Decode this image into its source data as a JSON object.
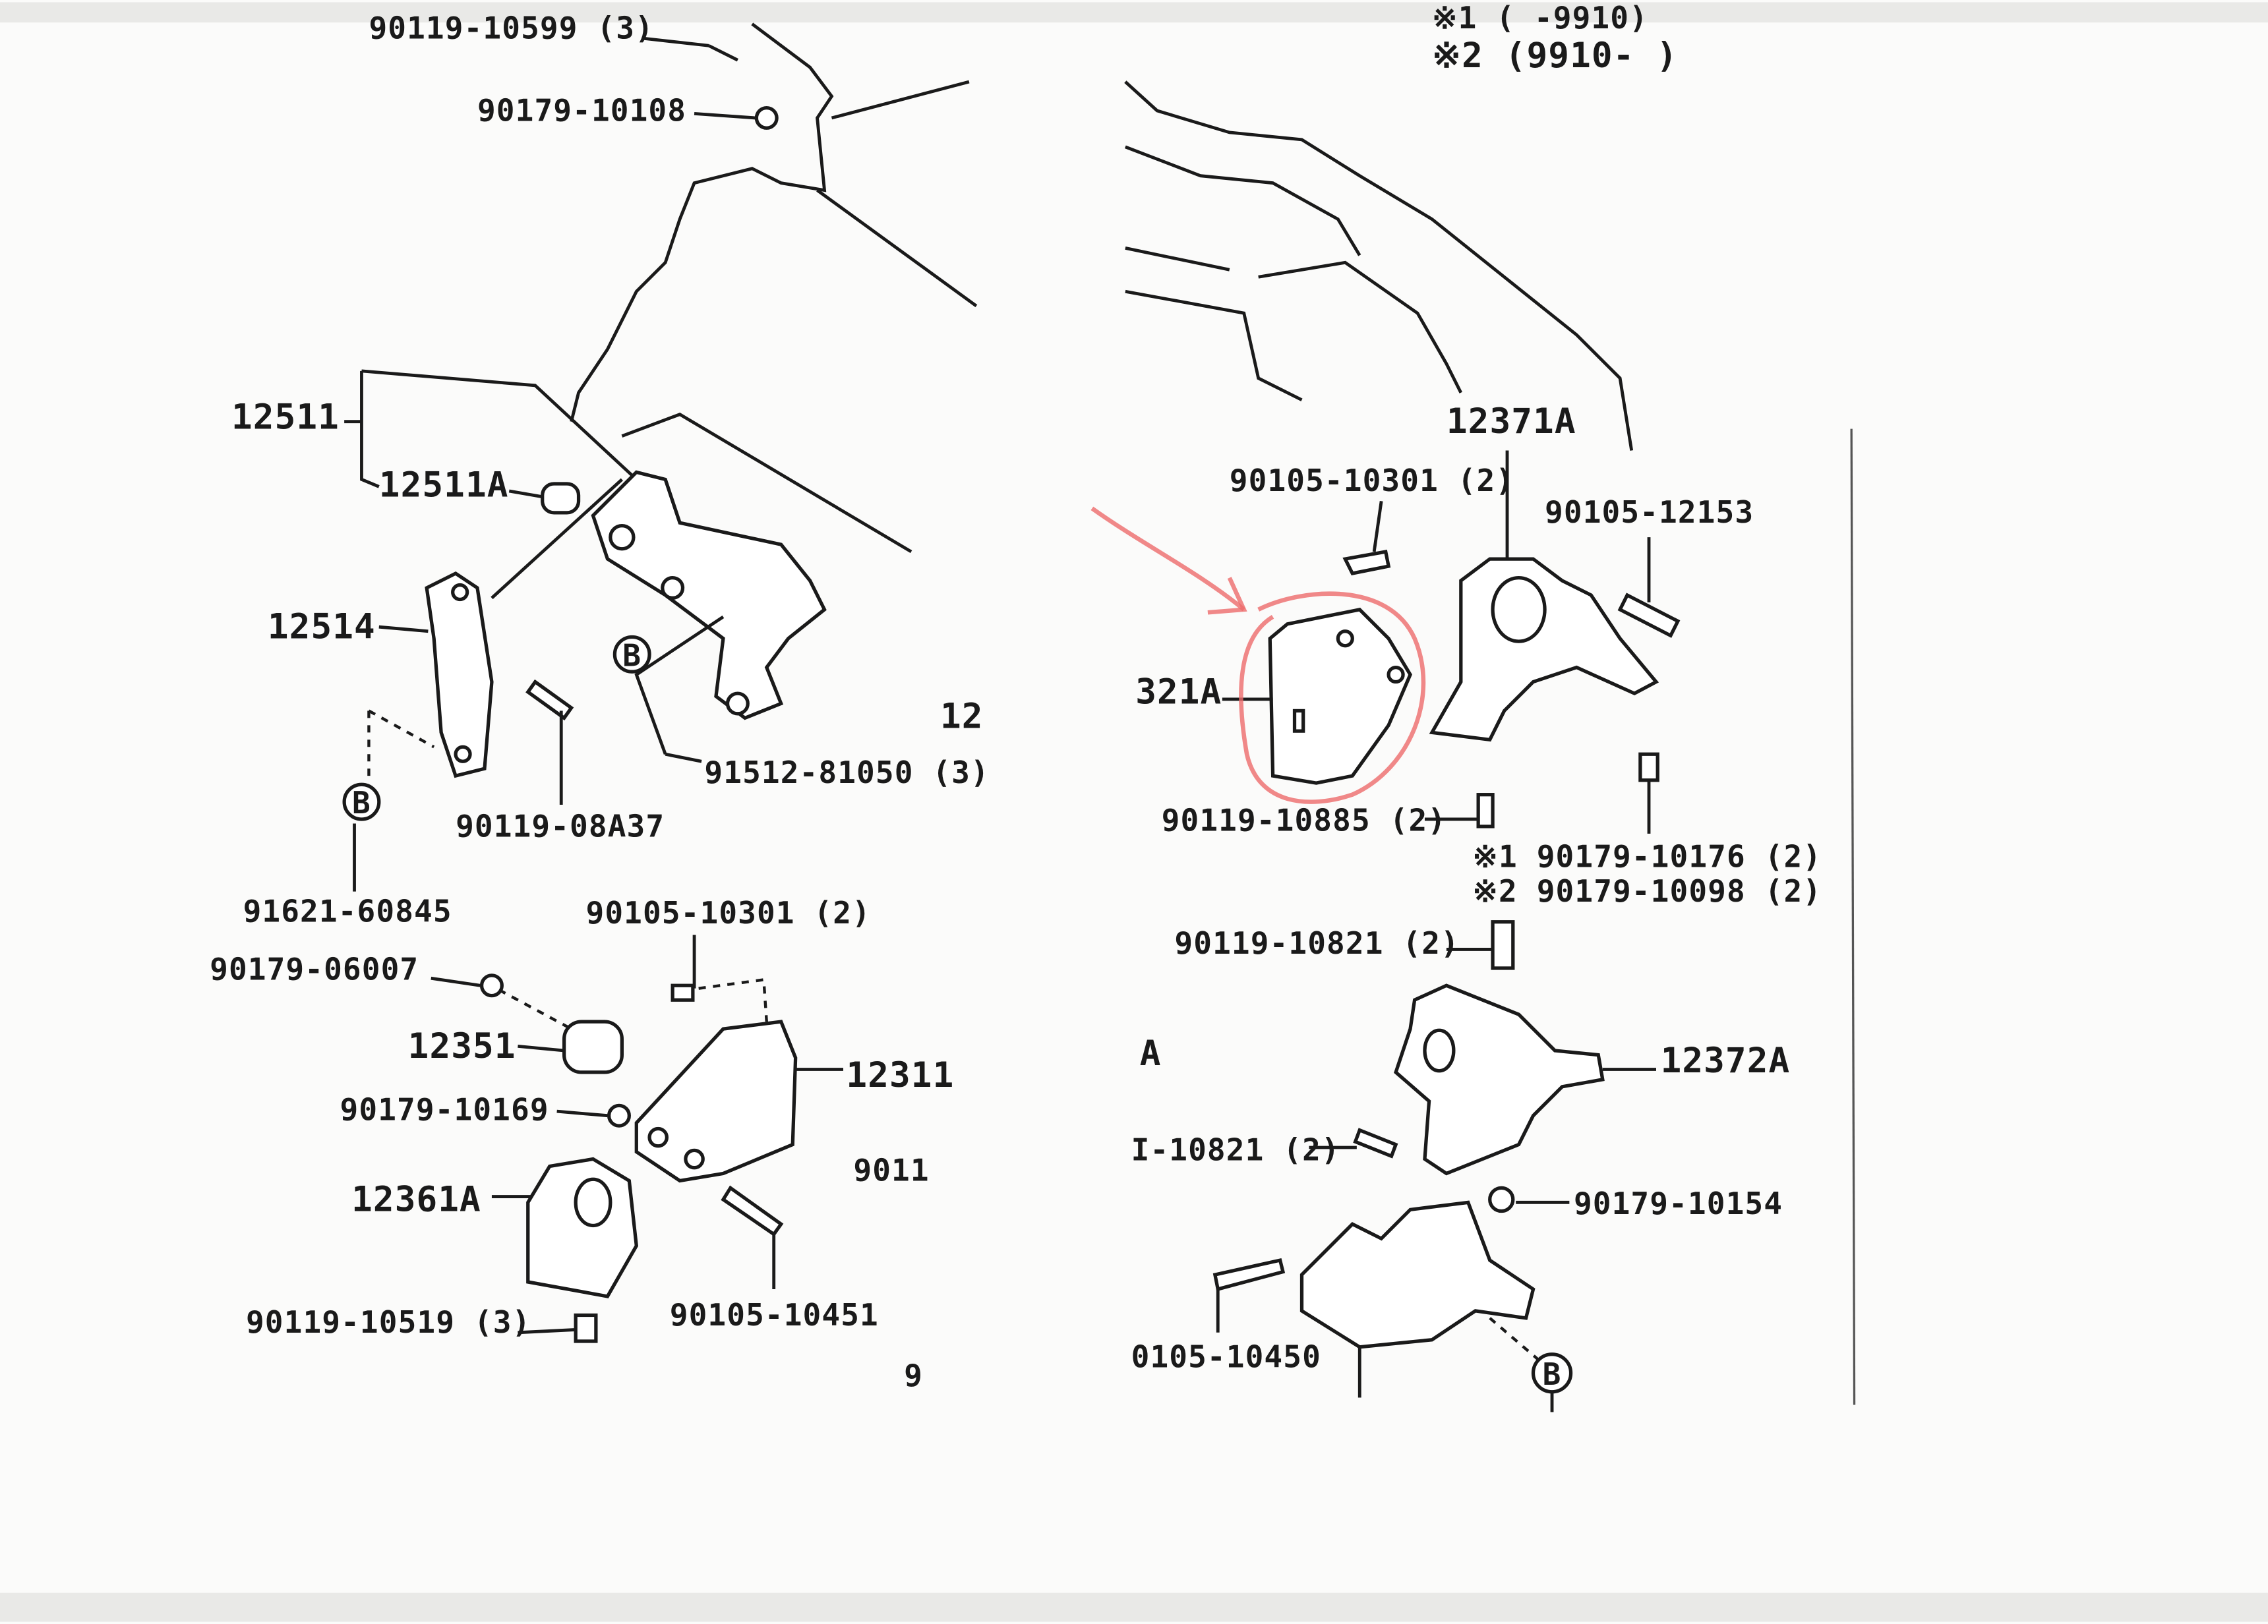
{
  "title": "Engine mounting parts diagram",
  "labels": {
    "p90119_10599": "90119-10599 (3)",
    "p90179_10108": "90179-10108",
    "note1": "※1 (      -9910)",
    "note2": "※2 (9910-      )",
    "p12511": "12511",
    "p12511A": "12511A",
    "p12514": "12514",
    "p91512_81050": "91512-81050 (3)",
    "p90119_08A37": "90119-08A37",
    "p12": "12",
    "p91621_60845": "91621-60845",
    "p90105_10301_left": "90105-10301 (2)",
    "p90179_06007": "90179-06007",
    "p12351": "12351",
    "p12311": "12311",
    "p90179_10169": "90179-10169",
    "p9011_cut": "9011",
    "p12361A": "12361A",
    "p90105_10451": "90105-10451",
    "p90119_10519": "90119-10519 (3)",
    "page_num": "9",
    "p12371A": "12371A",
    "p90105_10301_right": "90105-10301 (2)",
    "p90105_12153": "90105-12153",
    "p321A": "321A",
    "p90119_10885": "90119-10885 (2)",
    "p90179_10176": "※1 90179-10176 (2)",
    "p90179_10098": "※2 90179-10098 (2)",
    "p90119_10821": "90119-10821 (2)",
    "sectionA": "A",
    "p12372A": "12372A",
    "p10821_cut": "I-10821 (2)",
    "p90179_10154": "90179-10154",
    "p0105_10450": "0105-10450",
    "ref_B": "B"
  },
  "annotation_color": "#ee6b6b"
}
